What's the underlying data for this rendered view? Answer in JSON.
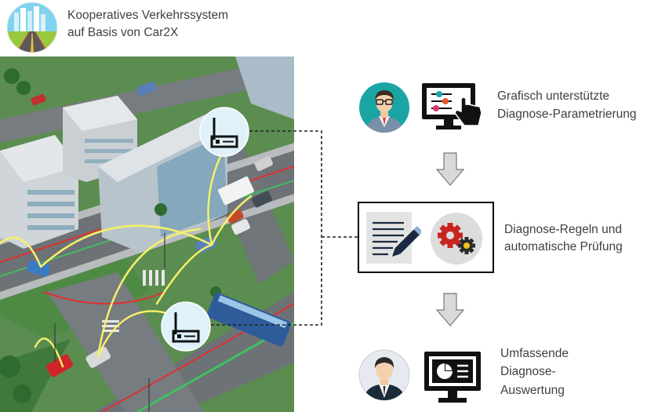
{
  "header": {
    "title_line1": "Kooperatives Verkehrssystem",
    "title_line2": "auf Basis von Car2X",
    "logo_icon": "city-road-logo-icon"
  },
  "steps": [
    {
      "id": "parametrization",
      "line1": "Grafisch unterstützte",
      "line2": "Diagnose-Parametrierung",
      "icons": [
        "person-avatar-icon",
        "touch-monitor-icon"
      ]
    },
    {
      "id": "rules",
      "line1": "Diagnose-Regeln und",
      "line2": "automatische Prüfung",
      "icons": [
        "document-pen-icon",
        "gears-icon"
      ]
    },
    {
      "id": "evaluation",
      "line1": "Umfassende",
      "line2": "Diagnose-",
      "line3": "Auswertung",
      "icons": [
        "user-avatar-icon",
        "report-monitor-icon"
      ]
    }
  ],
  "colors": {
    "teal": "#1aa5a5",
    "arrow_gray": "#d9d9d9",
    "road": "#6b6f73",
    "grass": "#4f8f4a",
    "signal": "#f5f06a",
    "lane_red": "#e03030",
    "lane_green": "#40c060"
  }
}
